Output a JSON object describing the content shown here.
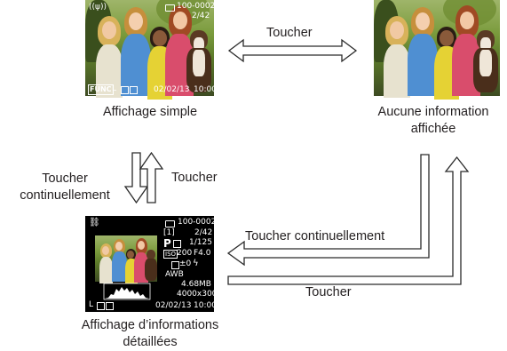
{
  "screens": {
    "simple": {
      "caption": "Affichage simple",
      "wifi": "((ψ))",
      "file_no": "100-0002",
      "count": "2/42",
      "date": "02/02/13",
      "time": "10:00",
      "size": "L",
      "func": "FUNC"
    },
    "none": {
      "caption_line1": "Aucune information",
      "caption_line2": "affichée"
    },
    "detailed": {
      "caption_line1": "Affichage d’informations",
      "caption_line2": "détaillées",
      "file_no": "100-0002",
      "count": "2/42",
      "mode": "P",
      "shutter": "1/125",
      "iso": "200",
      "aperture": "F4.0",
      "exposure": "±0",
      "filesize": "4.68MB",
      "resolution": "4000x3000",
      "date": "02/02/13",
      "time": "10:00",
      "size": "L"
    }
  },
  "arrows": {
    "top": "Toucher",
    "left_down": "Toucher",
    "left_down_2": "continuellement",
    "left_up": "Toucher",
    "right_to_detailed": "Toucher continuellement",
    "detailed_to_right": "Toucher"
  },
  "colors": {
    "arrow_outline": "#2a2a2a",
    "arrow_fill": "#ffffff"
  }
}
